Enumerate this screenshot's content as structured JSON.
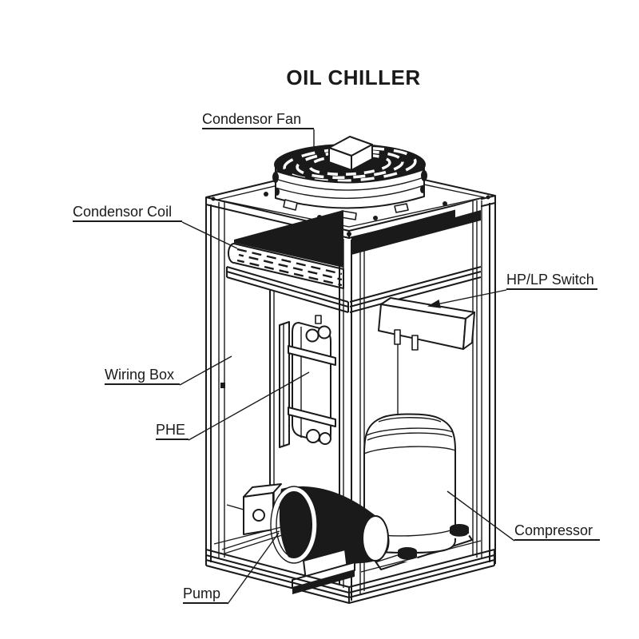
{
  "title": "OIL CHILLER",
  "labels": {
    "condensor_fan": "Condensor Fan",
    "condensor_coil": "Condensor Coil",
    "hp_lp_switch": "HP/LP Switch",
    "wiring_box": "Wiring Box",
    "phe": "PHE",
    "compressor": "Compressor",
    "pump": "Pump"
  },
  "colors": {
    "line": "#1a1a1a",
    "background": "#ffffff"
  }
}
